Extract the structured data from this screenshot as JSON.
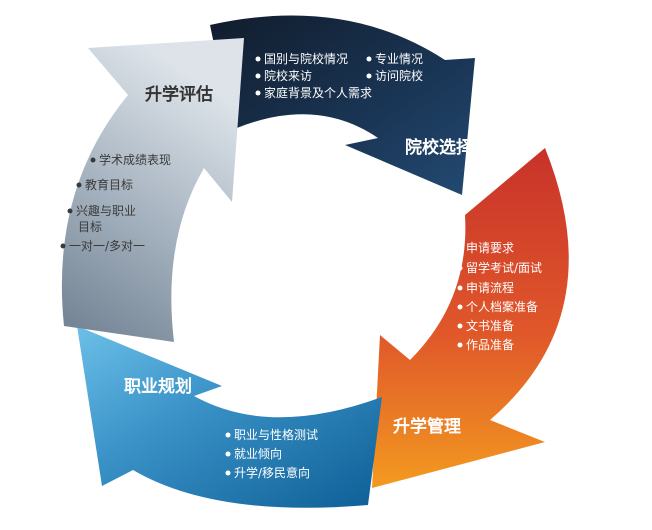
{
  "stages": [
    {
      "id": "evaluation",
      "title": "升学评估",
      "color": "#b9c3cd",
      "items": [
        "学术成绩表现",
        "教育目标",
        "兴趣与职业",
        "目标",
        "一对一/多对一"
      ]
    },
    {
      "id": "school-selection",
      "title": "院校选择",
      "color": "#1c3b5c",
      "items": [
        "国别与院校情况",
        "专业情况",
        "院校来访",
        "访问院校",
        "家庭背景及个人需求"
      ]
    },
    {
      "id": "admission-management",
      "title": "升学管理",
      "color": "#e06a26",
      "items": [
        "申请要求",
        "留学考试/面试",
        "申请流程",
        "个人档案准备",
        "文书准备",
        "作品准备"
      ]
    },
    {
      "id": "career-planning",
      "title": "职业规划",
      "color": "#4ba8d8",
      "items": [
        "职业与性格测试",
        "就业倾向",
        "升学/移民意向"
      ]
    }
  ]
}
